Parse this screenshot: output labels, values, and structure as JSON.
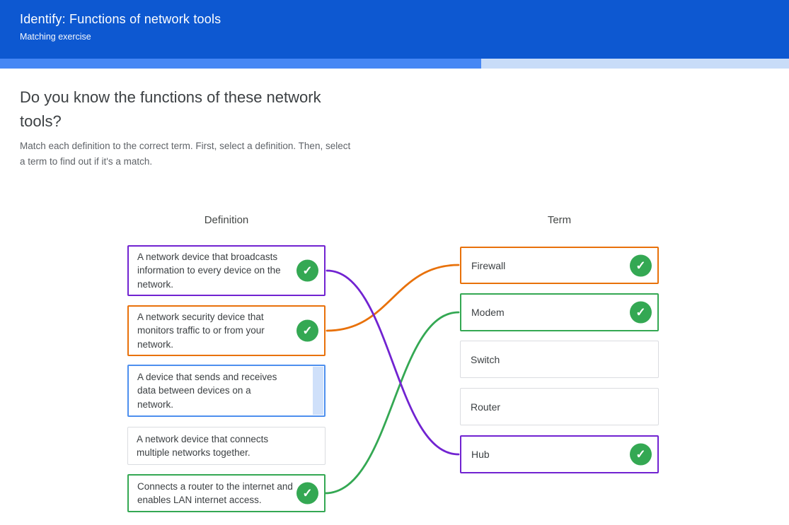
{
  "header": {
    "title": "Identify: Functions of network tools",
    "subtitle": "Matching exercise"
  },
  "progress": {
    "percent": 61
  },
  "main": {
    "heading": "Do you know the functions of these network tools?",
    "instructions": "Match each definition to the correct term. First, select a definition. Then, select a term to find out if it's a match.",
    "left_column_label": "Definition",
    "right_column_label": "Term"
  },
  "definitions": [
    {
      "text": "A network device that broadcasts information to every device on the network.",
      "state": "matched",
      "color": "purple",
      "checked": true
    },
    {
      "text": "A network security device that monitors traffic to or from your network.",
      "state": "matched",
      "color": "orange",
      "checked": true
    },
    {
      "text": "A device that sends and receives data between devices on a network.",
      "state": "selected",
      "color": "blue",
      "checked": false
    },
    {
      "text": "A network device that connects multiple networks together.",
      "state": "default",
      "color": "none",
      "checked": false
    },
    {
      "text": "Connects a router to the internet and enables LAN internet access.",
      "state": "matched",
      "color": "green",
      "checked": true
    }
  ],
  "terms": [
    {
      "label": "Firewall",
      "state": "matched",
      "color": "orange",
      "checked": true
    },
    {
      "label": "Modem",
      "state": "matched",
      "color": "green",
      "checked": true
    },
    {
      "label": "Switch",
      "state": "default",
      "color": "none",
      "checked": false
    },
    {
      "label": "Router",
      "state": "default",
      "color": "none",
      "checked": false
    },
    {
      "label": "Hub",
      "state": "matched",
      "color": "purple",
      "checked": true
    }
  ],
  "connections": [
    {
      "from_definition": 0,
      "to_term": 4,
      "color": "purple"
    },
    {
      "from_definition": 1,
      "to_term": 0,
      "color": "orange"
    },
    {
      "from_definition": 4,
      "to_term": 1,
      "color": "green"
    }
  ],
  "icons": {
    "check": "check-icon"
  },
  "colors": {
    "header_blue": "#0d58d1",
    "progress_fill": "#4687f4",
    "progress_track": "#c8dcf8",
    "purple": "#7123d1",
    "orange": "#e8710a",
    "green": "#34a853",
    "selected_blue": "#4d8fee",
    "check_green": "#34a853",
    "text_dark": "#3c4043",
    "text_gray": "#5f6368"
  },
  "check_glyph": "✓"
}
